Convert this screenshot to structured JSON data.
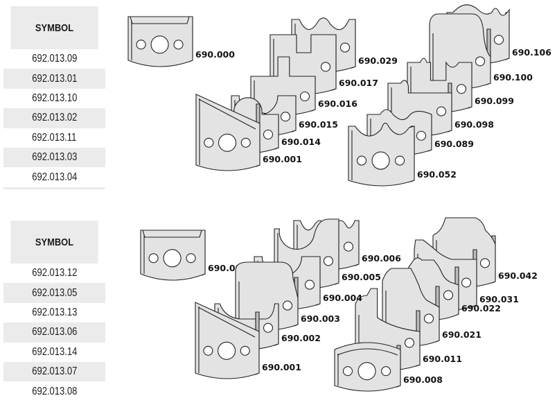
{
  "tables": [
    {
      "header": "SYMBOL",
      "rows": [
        "692.013.09",
        "692.013.01",
        "692.013.10",
        "692.013.02",
        "692.013.11",
        "692.013.03",
        "692.013.04"
      ]
    },
    {
      "header": "SYMBOL",
      "rows": [
        "692.013.12",
        "692.013.05",
        "692.013.13",
        "692.013.06",
        "692.013.14",
        "692.013.07",
        "692.013.08"
      ]
    }
  ],
  "groups": [
    {
      "base": {
        "code": "690.000",
        "profile": "flat"
      },
      "stack_left": [
        {
          "code": "690.001",
          "profile": "bevel"
        },
        {
          "code": "690.014",
          "profile": "half-round-bead"
        },
        {
          "code": "690.015",
          "profile": "cove"
        },
        {
          "code": "690.016",
          "profile": "slot-tongue"
        },
        {
          "code": "690.017",
          "profile": "groove"
        },
        {
          "code": "690.029",
          "profile": "double-cove"
        }
      ],
      "stack_right": [
        {
          "code": "690.052",
          "profile": "cove-bead"
        },
        {
          "code": "690.089",
          "profile": "ogee-bead"
        },
        {
          "code": "690.098",
          "profile": "tongue-ogee"
        },
        {
          "code": "690.099",
          "profile": "groove-ogee"
        },
        {
          "code": "690.100",
          "profile": "roman-ogee"
        },
        {
          "code": "690.106",
          "profile": "ogee-double-bead"
        }
      ]
    },
    {
      "base": {
        "code": "690.000",
        "profile": "flat"
      },
      "stack_left": [
        {
          "code": "690.001",
          "profile": "bevel"
        },
        {
          "code": "690.002",
          "profile": "cove-fillet"
        },
        {
          "code": "690.003",
          "profile": "roundover"
        },
        {
          "code": "690.004",
          "profile": "cove"
        },
        {
          "code": "690.005",
          "profile": "ovolo"
        },
        {
          "code": "690.006",
          "profile": "triple-bead"
        }
      ],
      "stack_right": [
        {
          "code": "690.008",
          "profile": "convex"
        },
        {
          "code": "690.011",
          "profile": "ogee-step"
        },
        {
          "code": "690.021",
          "profile": "classic-ogee"
        },
        {
          "code": "690.022",
          "profile": "bead-ogee"
        },
        {
          "code": "690.031",
          "profile": "s-ogee"
        },
        {
          "code": "690.042",
          "profile": "cove-ogee-step"
        }
      ]
    }
  ]
}
